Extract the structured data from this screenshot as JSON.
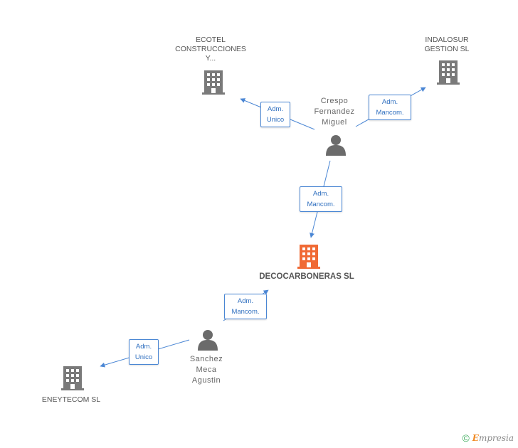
{
  "nodes": {
    "ecotel": {
      "label": "ECOTEL\nCONSTRUCCIONES\nY...",
      "type": "company",
      "color": "#7a7a7a"
    },
    "indalosur": {
      "label": "INDALOSUR\nGESTION SL",
      "type": "company",
      "color": "#7a7a7a"
    },
    "crespo": {
      "label": "Crespo\nFernandez\nMiguel",
      "type": "person",
      "color": "#6b6b6b"
    },
    "decocarboneras": {
      "label": "DECOCARBONERAS SL",
      "type": "company",
      "color": "#f06a35"
    },
    "sanchez": {
      "label": "Sanchez\nMeca\nAgustin",
      "type": "person",
      "color": "#6b6b6b"
    },
    "eneytecom": {
      "label": "ENEYTECOM  SL",
      "type": "company",
      "color": "#7a7a7a"
    }
  },
  "edges": {
    "crespo_ecotel": {
      "label": "Adm.\nUnico"
    },
    "crespo_indalosur": {
      "label": "Adm.\nMancom."
    },
    "crespo_deco": {
      "label": "Adm.\nMancom."
    },
    "sanchez_deco": {
      "label": "Adm.\nMancom."
    },
    "sanchez_eneytecom": {
      "label": "Adm.\nUnico"
    }
  },
  "colors": {
    "edge": "#4a86d4"
  },
  "footer": {
    "copyright": "©",
    "brand_initial": "E",
    "brand_rest": "mpresia"
  }
}
